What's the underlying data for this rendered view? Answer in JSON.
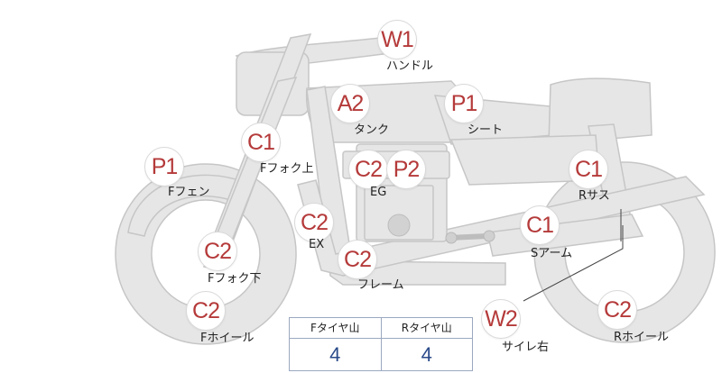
{
  "parts": [
    {
      "id": "handle",
      "code": "W1",
      "label": "ハンドル"
    },
    {
      "id": "tank",
      "code": "A2",
      "label": "タンク"
    },
    {
      "id": "seat",
      "code": "P1",
      "label": "シート"
    },
    {
      "id": "fork-upper",
      "code": "C1",
      "label": "Fフォク上"
    },
    {
      "id": "front-fender",
      "code": "P1",
      "label": "Fフェン"
    },
    {
      "id": "engine",
      "codes": [
        "C2",
        "P2"
      ],
      "label": "EG"
    },
    {
      "id": "rear-suspension",
      "code": "C1",
      "label": "Rサス"
    },
    {
      "id": "exhaust",
      "code": "C2",
      "label": "EX"
    },
    {
      "id": "fork-lower",
      "code": "C2",
      "label": "Fフォク下"
    },
    {
      "id": "frame",
      "code": "C2",
      "label": "フレーム"
    },
    {
      "id": "swingarm",
      "code": "C1",
      "label": "Sアーム"
    },
    {
      "id": "front-wheel",
      "code": "C2",
      "label": "Fホイール"
    },
    {
      "id": "muffler-right",
      "code": "W2",
      "label": "サイレ右"
    },
    {
      "id": "rear-wheel",
      "code": "C2",
      "label": "Rホイール"
    }
  ],
  "tire_table": {
    "front": {
      "header": "Fタイヤ山",
      "value": "4"
    },
    "rear": {
      "header": "Rタイヤ山",
      "value": "4"
    }
  },
  "colors": {
    "badge_text": "#b53a3a",
    "bike_fill": "#e4e4e4",
    "bike_stroke": "#c8c8c8",
    "table_value": "#2a4a8a"
  }
}
